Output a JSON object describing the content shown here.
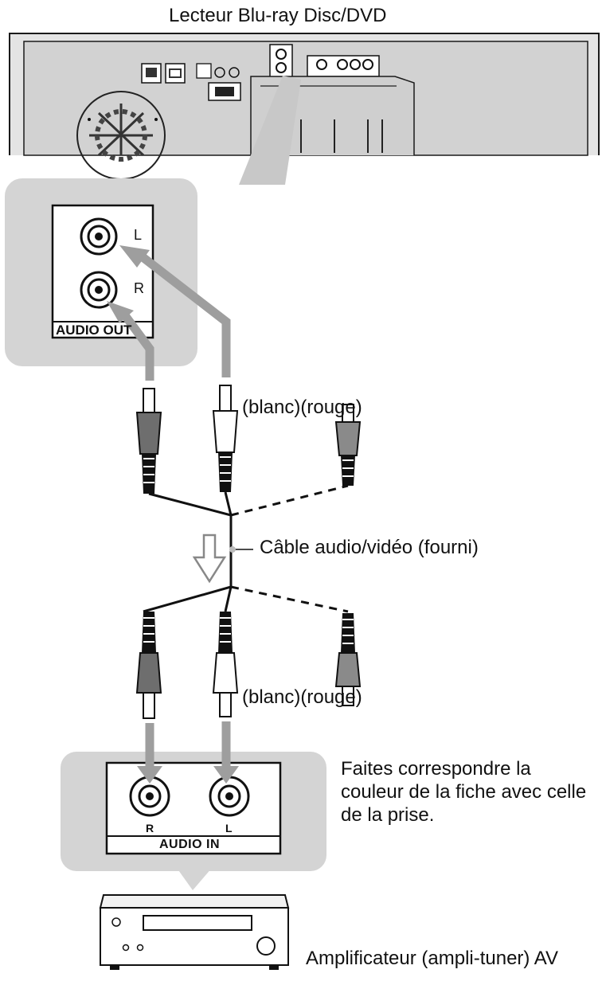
{
  "labels": {
    "player_title": "Lecteur Blu-ray Disc/DVD",
    "jack_l": "L",
    "jack_r": "R",
    "audio_out": "AUDIO OUT",
    "plug_colors_top": "(blanc)(rouge)",
    "cable": "Câble audio/vidéo (fourni)",
    "plug_colors_bottom": "(blanc)(rouge)",
    "audio_in": "AUDIO IN",
    "jack_r_in": "R",
    "jack_l_in": "L",
    "match_note_line1": "Faites correspondre la",
    "match_note_line2": "couleur de la fiche avec celle",
    "match_note_line3": "de la prise.",
    "amplifier": "Amplificateur (ampli-tuner) AV"
  },
  "colors": {
    "panel_fill": "#d6d6d6",
    "callout_fill": "#d4d4d4",
    "arrow_gray": "#9e9e9e",
    "line": "#1a1a1a"
  }
}
